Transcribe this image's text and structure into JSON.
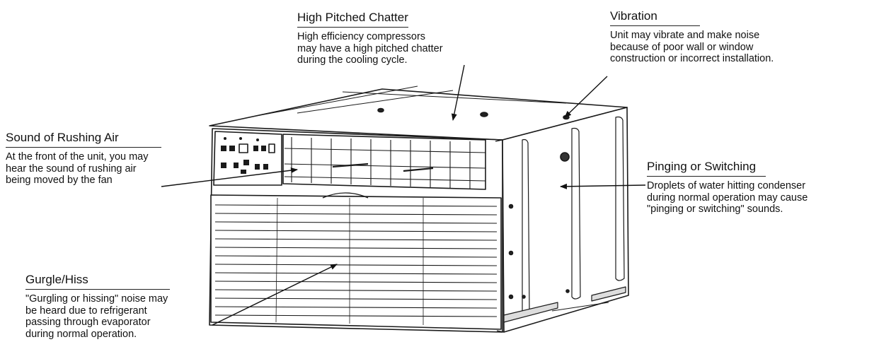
{
  "callouts": {
    "chatter": {
      "title": "High Pitched Chatter",
      "description": "High efficiency compressors\nmay have a high pitched chatter\nduring the cooling cycle."
    },
    "vibration": {
      "title": "Vibration",
      "description": "Unit may vibrate and make noise\nbecause of poor wall or window\nconstruction or incorrect installation."
    },
    "rushing_air": {
      "title": "Sound of Rushing Air",
      "description": "At the front of the unit, you may\nhear the sound of rushing air\nbeing moved by the fan"
    },
    "pinging": {
      "title": "Pinging or Switching",
      "description": "Droplets of water hitting condenser\nduring normal operation may cause\n\"pinging or switching\" sounds."
    },
    "gurgle": {
      "title": "Gurgle/Hiss",
      "description": "\"Gurgling or hissing\" noise may\nbe heard due to refrigerant\npassing through evaporator\nduring normal operation."
    }
  }
}
